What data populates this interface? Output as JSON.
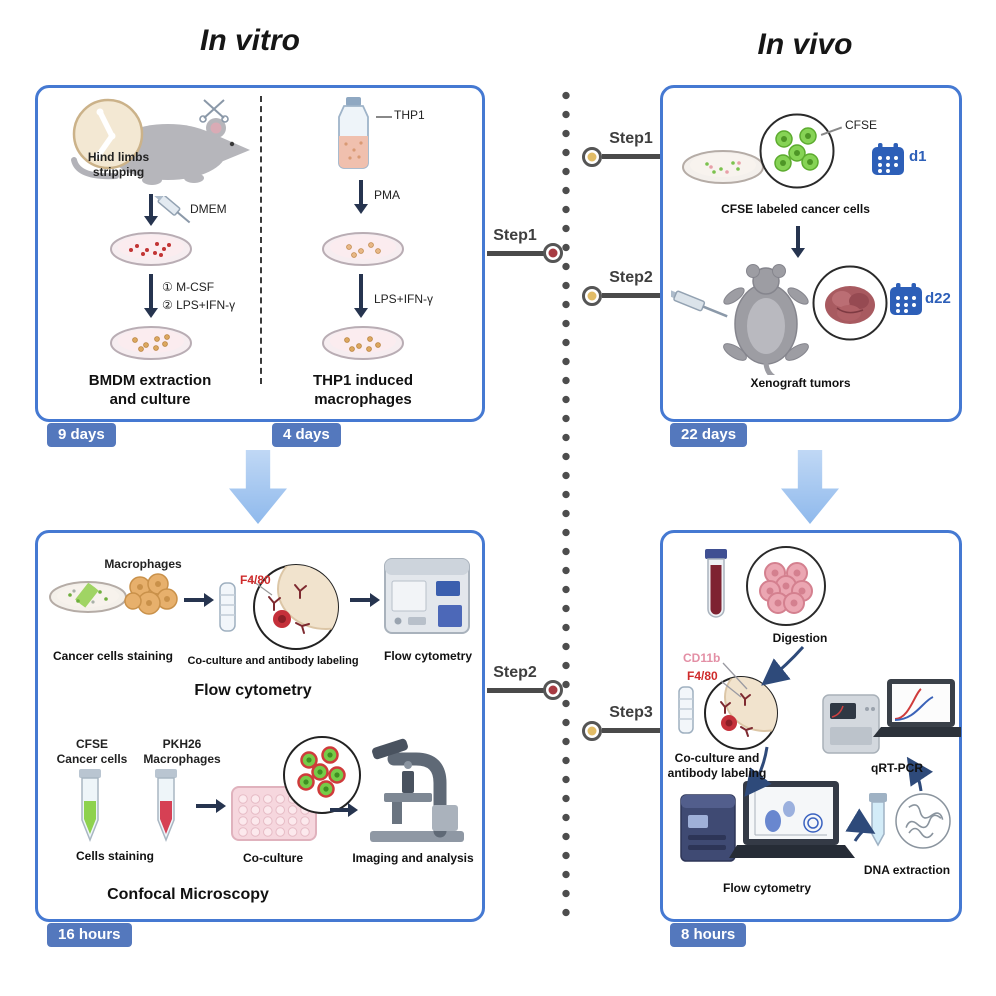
{
  "titles": {
    "in_vitro": "In vitro",
    "in_vivo": "In vivo"
  },
  "steps": {
    "vitro_step1": "Step1",
    "vitro_step2": "Step2",
    "vivo_step1": "Step1",
    "vivo_step2": "Step2",
    "vivo_step3": "Step3"
  },
  "bmdm": {
    "hind_limbs": "Hind limbs\nstripping",
    "dmem": "DMEM",
    "mcsf": "① M-CSF",
    "lps_ifn": "② LPS+IFN-γ",
    "caption_left": "BMDM extraction\nand culture",
    "badge_left": "9 days",
    "thp1": "THP1",
    "pma": "PMA",
    "lps_ifn2": "LPS+IFN-γ",
    "caption_right": "THP1 induced\nmacrophages",
    "badge_right": "4 days"
  },
  "xeno": {
    "cfse": "CFSE",
    "d1": "d1",
    "caption_cells": "CFSE labeled cancer cells",
    "d22": "d22",
    "caption_tumors": "Xenograft tumors",
    "badge": "22 days"
  },
  "flow": {
    "macrophages": "Macrophages",
    "cancer_staining": "Cancer cells staining",
    "f480": "F4/80",
    "coculture_ab": "Co-culture and antibody labeling",
    "flow_caption": "Flow cytometry",
    "flow_header": "Flow cytometry",
    "cfse_cancer": "CFSE\nCancer cells",
    "pkh26_mac": "PKH26\nMacrophages",
    "cells_staining": "Cells staining",
    "coculture": "Co-culture",
    "imaging": "Imaging and analysis",
    "confocal_header": "Confocal Microscopy",
    "badge": "16 hours"
  },
  "vivo": {
    "digestion": "Digestion",
    "cd11b": "CD11b",
    "f480": "F4/80",
    "coculture_ab": "Co-culture and\nantibody labeling",
    "qrtpcr": "qRT-PCR",
    "flow": "Flow cytometry",
    "dna": "DNA extraction",
    "badge": "8 hours"
  },
  "colors": {
    "panel_border": "#4579d2",
    "badge_bg": "#5478bd",
    "block_arrow": "#9fc2ee",
    "timeline_dot": "#4d4d4d",
    "node_red": "#a73b42",
    "node_yellow": "#e2bc66",
    "f480_red": "#cf2b2b",
    "cd11b_pink": "#e38fa5",
    "calendar_blue": "#2d5fb8"
  }
}
